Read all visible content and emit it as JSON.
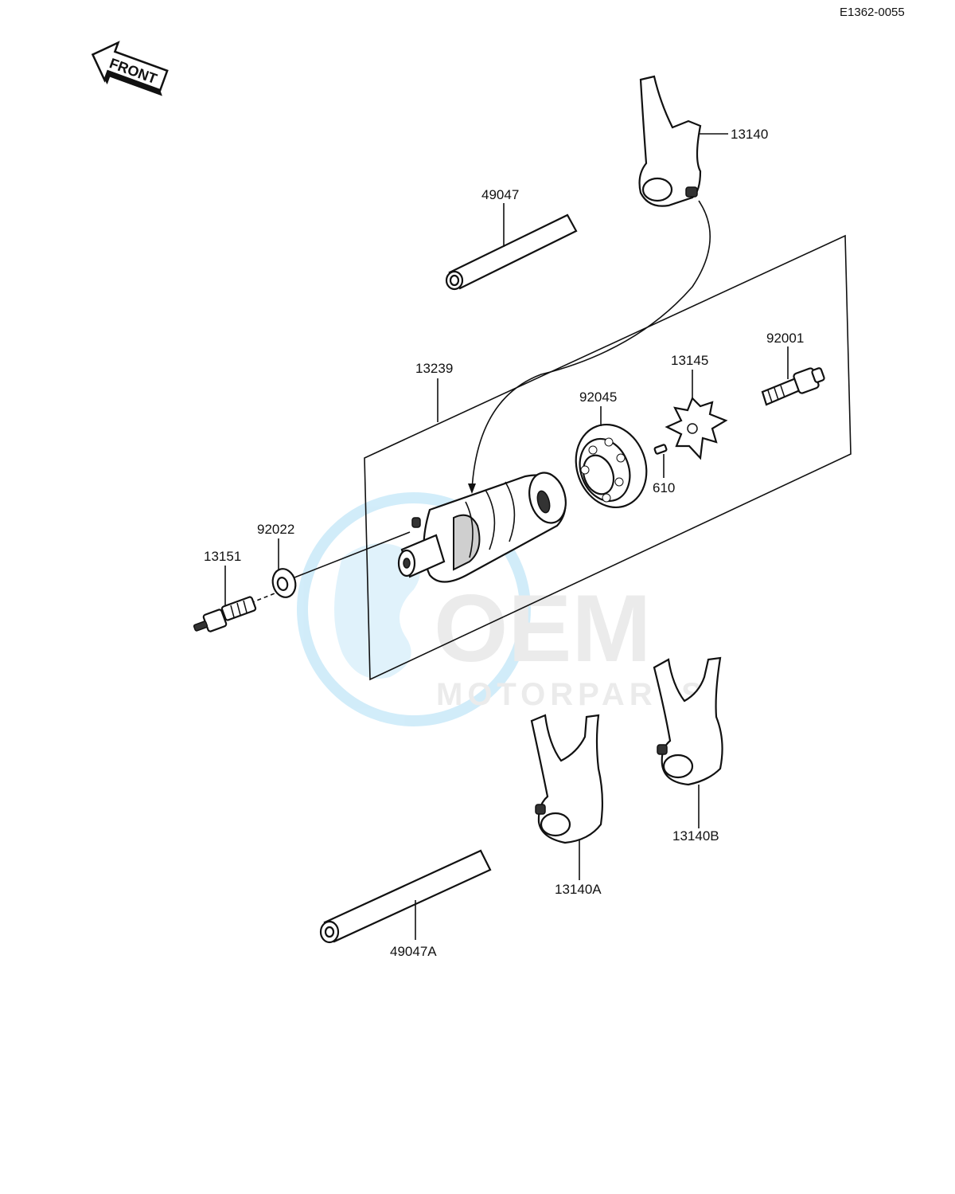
{
  "diagram_code": "E1362-0055",
  "front_arrow_label": "FRONT",
  "watermark": {
    "brand": "OEM",
    "sub": "MOTORPARTS"
  },
  "parts": {
    "p13140": "13140",
    "p49047": "49047",
    "p92001": "92001",
    "p13145": "13145",
    "p13239": "13239",
    "p92045": "92045",
    "p610": "610",
    "p92022": "92022",
    "p13151": "13151",
    "p13140A": "13140A",
    "p13140B": "13140B",
    "p49047A": "49047A"
  }
}
